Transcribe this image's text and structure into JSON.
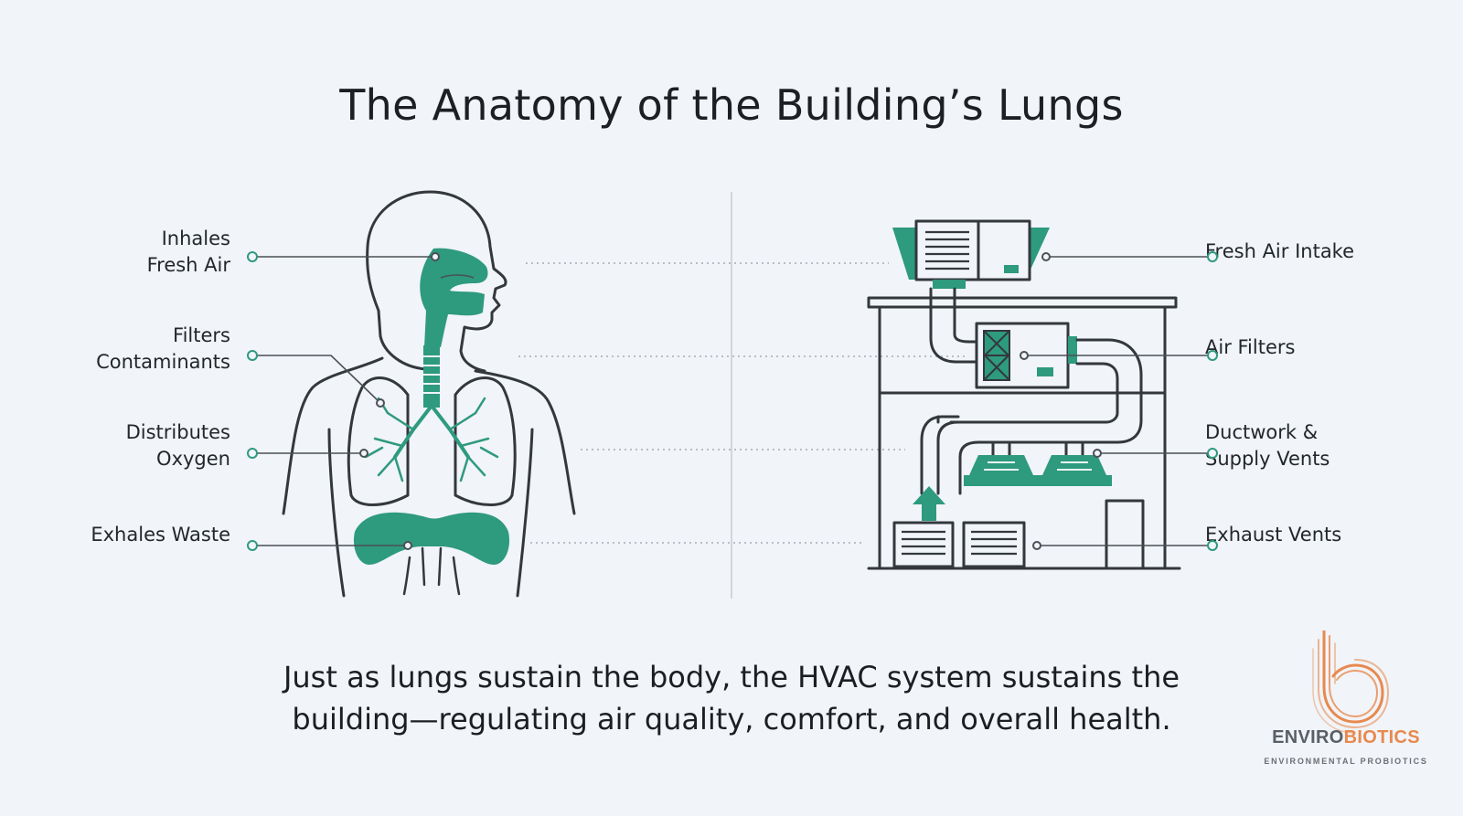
{
  "title": "The Anatomy of the Building’s Lungs",
  "left_labels": {
    "inhales": [
      "Inhales",
      "Fresh Air"
    ],
    "filters": [
      "Filters",
      "Contaminants"
    ],
    "distributes": [
      "Distributes",
      "Oxygen"
    ],
    "exhales": [
      "Exhales Waste"
    ]
  },
  "right_labels": {
    "intake": [
      "Fresh Air Intake"
    ],
    "air_filters": [
      "Air Filters"
    ],
    "ductwork": [
      "Ductwork &",
      "Supply Vents"
    ],
    "exhaust": [
      "Exhaust Vents"
    ]
  },
  "caption": [
    "Just as lungs sustain the body, the HVAC system sustains the",
    "building—regulating air quality, comfort, and overall health."
  ],
  "brand": {
    "name_part1": "ENVIRO",
    "name_part2": "BIOTICS",
    "tagline": "ENVIRONMENTAL PROBIOTICS"
  },
  "colors": {
    "accent": "#2e9a7e",
    "ink": "#33383d",
    "brand_orange": "#e8894f",
    "background": "#f1f4f8"
  },
  "icons": [
    "human-respiratory-diagram-icon",
    "hvac-building-diagram-icon",
    "envirobiotics-logo-icon"
  ]
}
